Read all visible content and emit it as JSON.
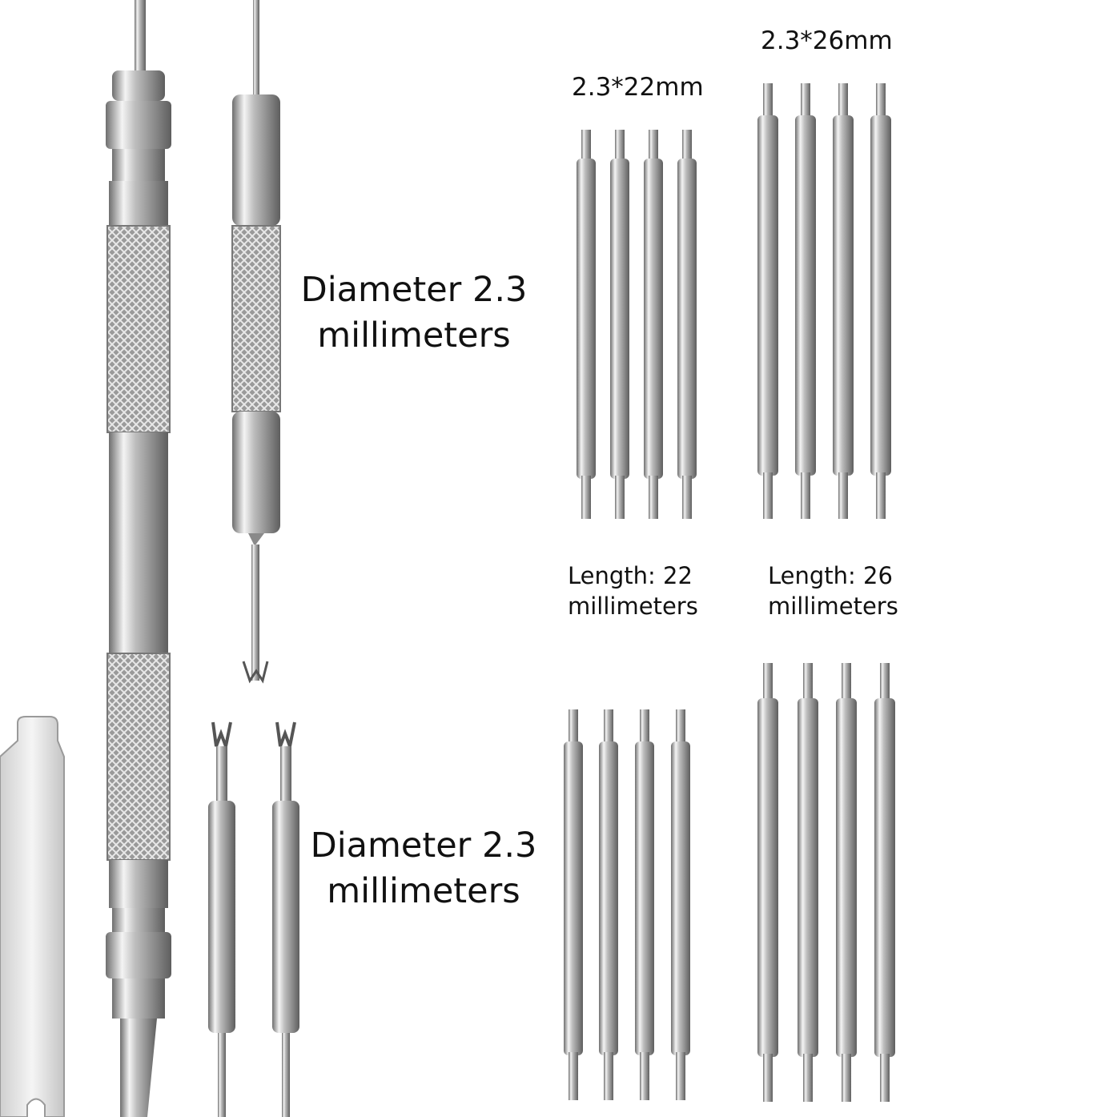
{
  "labels": {
    "size_22": "2.3*22mm",
    "size_26": "2.3*26mm",
    "diameter_top_1": "Diameter 2.3",
    "diameter_top_2": "millimeters",
    "diameter_bottom_1": "Diameter 2.3",
    "diameter_bottom_2": "millimeters",
    "length_22_1": "Length: 22",
    "length_22_2": "millimeters",
    "length_26_1": "Length: 26",
    "length_26_2": "millimeters"
  },
  "colors": {
    "background": "#ffffff",
    "steel_dark": "#6e6e6e",
    "steel_mid": "#bdbdbd",
    "steel_light": "#f4f4f4",
    "text": "#111111"
  }
}
